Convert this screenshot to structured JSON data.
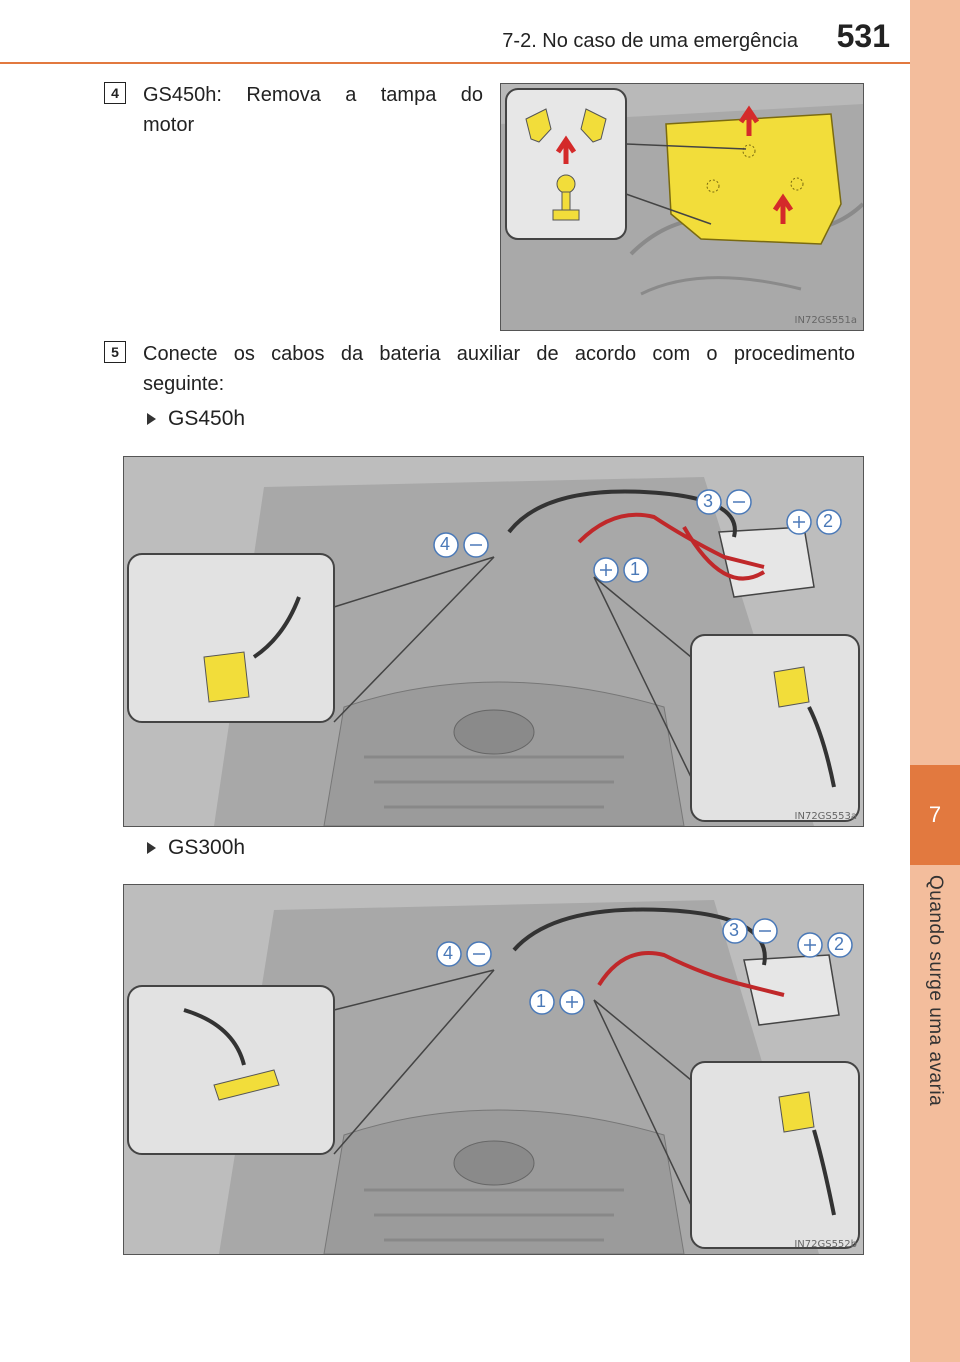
{
  "header": {
    "section": "7-2. No caso de uma emergência",
    "page_number": "531"
  },
  "side_tab": {
    "chapter_number": "7",
    "chapter_title": "Quando surge uma avaria"
  },
  "steps": [
    {
      "number": "4",
      "text_line1": "GS450h: Remova a tampa do",
      "text_line2": "motor",
      "figure_code": "IN72GS551a"
    },
    {
      "number": "5",
      "text_line1": "Conecte os cabos da bateria auxiliar de acordo com o procedimento",
      "text_line2": "seguinte:"
    }
  ],
  "variants": [
    {
      "label": "GS450h",
      "figure_code": "IN72GS553a",
      "callouts": {
        "c3": "3",
        "c2": "2",
        "c4": "4",
        "c1": "1"
      }
    },
    {
      "label": "GS300h",
      "figure_code": "IN72GS552b",
      "callouts": {
        "c3": "3",
        "c2": "2",
        "c4": "4",
        "c1": "1"
      }
    }
  ],
  "colors": {
    "accent": "#e2793f",
    "tab": "#f3bd9c",
    "part_yellow": "#f2dd3a",
    "arrow_red": "#d42a2a",
    "cable_red": "#c0282a"
  }
}
